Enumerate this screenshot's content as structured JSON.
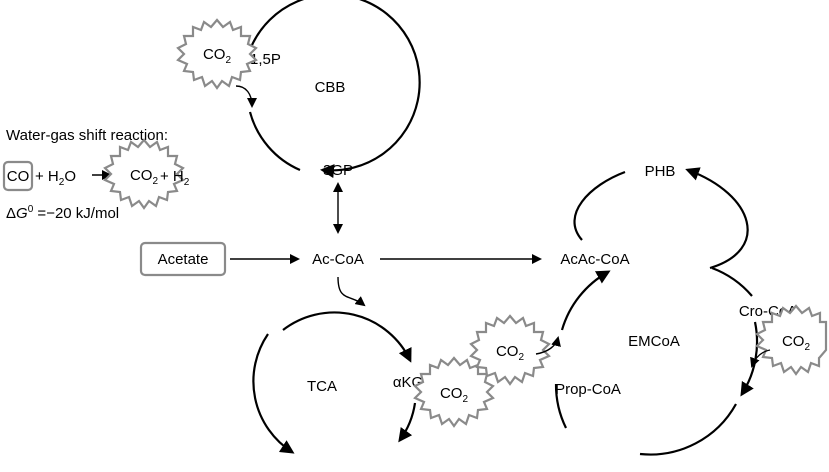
{
  "cycles": {
    "cbb": "CBB",
    "tca": "TCA",
    "emcoa": "EMCoA"
  },
  "metabolites": {
    "r15p": "R1,5P",
    "gp3": "3GP",
    "acetate": "Acetate",
    "accoa": "Ac-CoA",
    "acaccoa": "AcAc-CoA",
    "phb": "PHB",
    "crocoa": "Cro-CoA",
    "propcoa": "Prop-CoA",
    "akg": "αKG"
  },
  "co2": {
    "main": "CO",
    "subscript": "2"
  },
  "water_gas_shift": {
    "title": "Water-gas shift reaction:",
    "co": "CO",
    "plus1": "+ H",
    "h2o_sub": "2",
    "h2o_tail": "O",
    "plus2": "+ H",
    "h2_sub": "2",
    "dg_delta": "Δ",
    "dg_symbol": "G",
    "dg_super": "0",
    "dg_value": " =−20 kJ/mol"
  }
}
